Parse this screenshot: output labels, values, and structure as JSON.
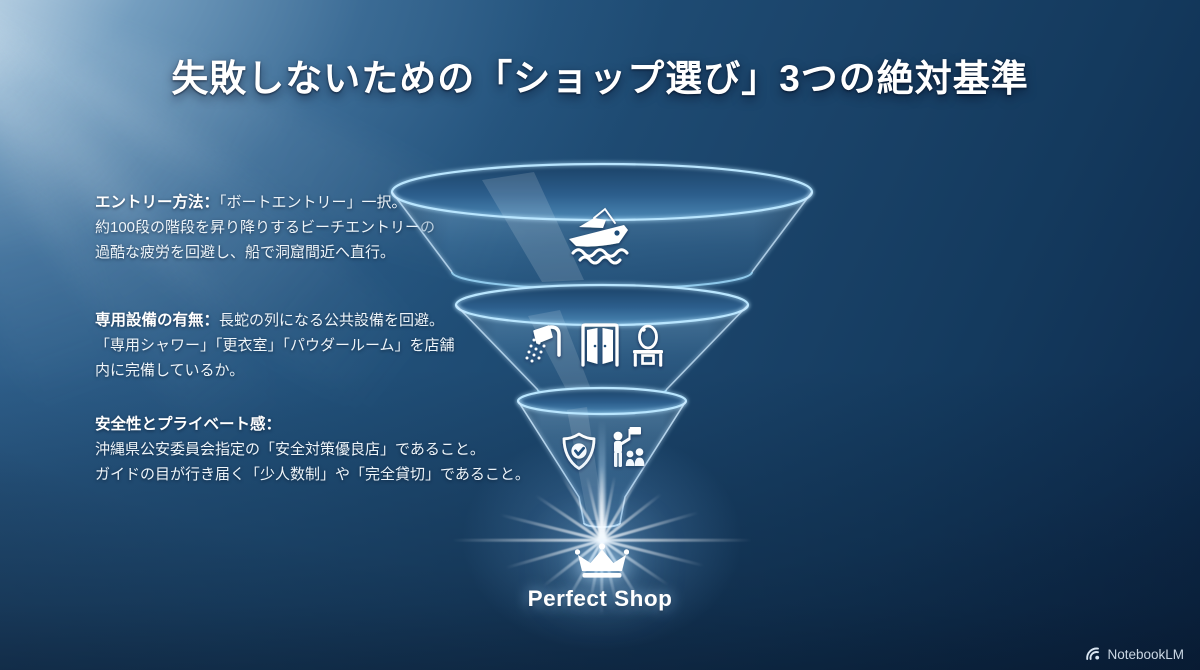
{
  "header": {
    "title": "失敗しないための「ショップ選び」3つの絶対基準"
  },
  "criteria": [
    {
      "lead": "エントリー方法：",
      "body": "「ボートエントリー」一択。\n約100段の階段を昇り降りするビーチエントリーの\n過酷な疲労を回避し、船で洞窟間近へ直行。",
      "icons": [
        "boat-icon"
      ]
    },
    {
      "lead": "専用設備の有無：",
      "body": "長蛇の列になる公共設備を回避。\n「専用シャワー」「更衣室」「パウダールーム」を店舗\n内に完備しているか。",
      "icons": [
        "shower-icon",
        "door-icon",
        "vanity-icon"
      ]
    },
    {
      "lead": "安全性とプライベート感：",
      "body": "沖縄県公安委員会指定の「安全対策優良店」であること。\nガイドの目が行き届く「少人数制」や「完全貸切」であること。",
      "icons": [
        "shield-check-icon",
        "tour-guide-icon"
      ]
    }
  ],
  "funnel": {
    "tier_count": 3,
    "result_label": "Perfect Shop",
    "result_icon": "crown-icon"
  },
  "footer": {
    "brand": "NotebookLM"
  },
  "colors": {
    "background_top": "#2e5e8a",
    "background_bottom": "#0d2848",
    "rim_glow": "#b9e6ff",
    "glass_fill": "rgba(140,195,230,0.3)",
    "text": "#eef5fa"
  }
}
